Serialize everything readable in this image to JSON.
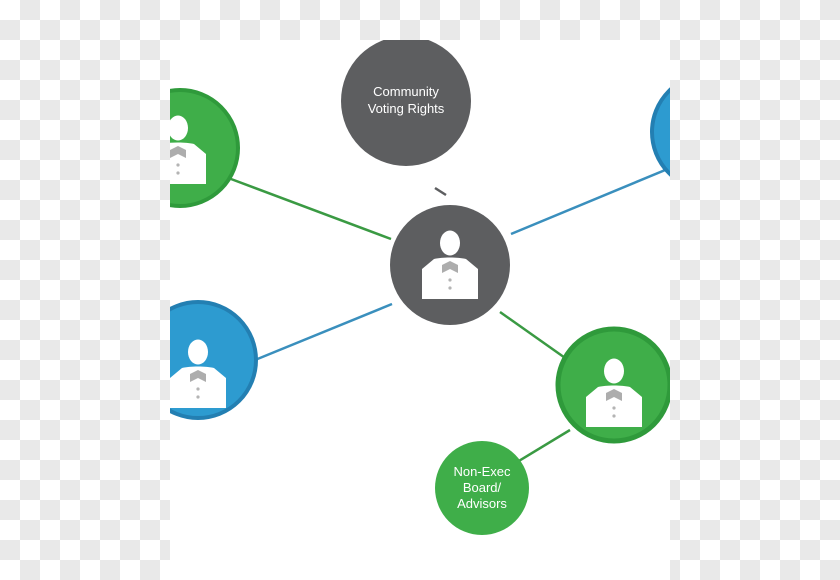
{
  "nodes": {
    "community_voting": {
      "label_line1": "Community",
      "label_line2": "Voting Rights"
    },
    "non_exec_board": {
      "label_line1": "Non-Exec",
      "label_line2": "Board/",
      "label_line3": "Advisors"
    }
  },
  "colors": {
    "gray_node": "#5d5e60",
    "green_node": "#3fae49",
    "green_ring": "#2f9a3b",
    "blue_node": "#2d9bd0",
    "blue_ring": "#237fb2",
    "green_line": "#3a9a43",
    "blue_line": "#3a8fbd",
    "gray_line": "#5d5e60",
    "checkerboard": "#e9e9e9"
  },
  "icons": {
    "person": "person-with-bowtie-icon"
  }
}
